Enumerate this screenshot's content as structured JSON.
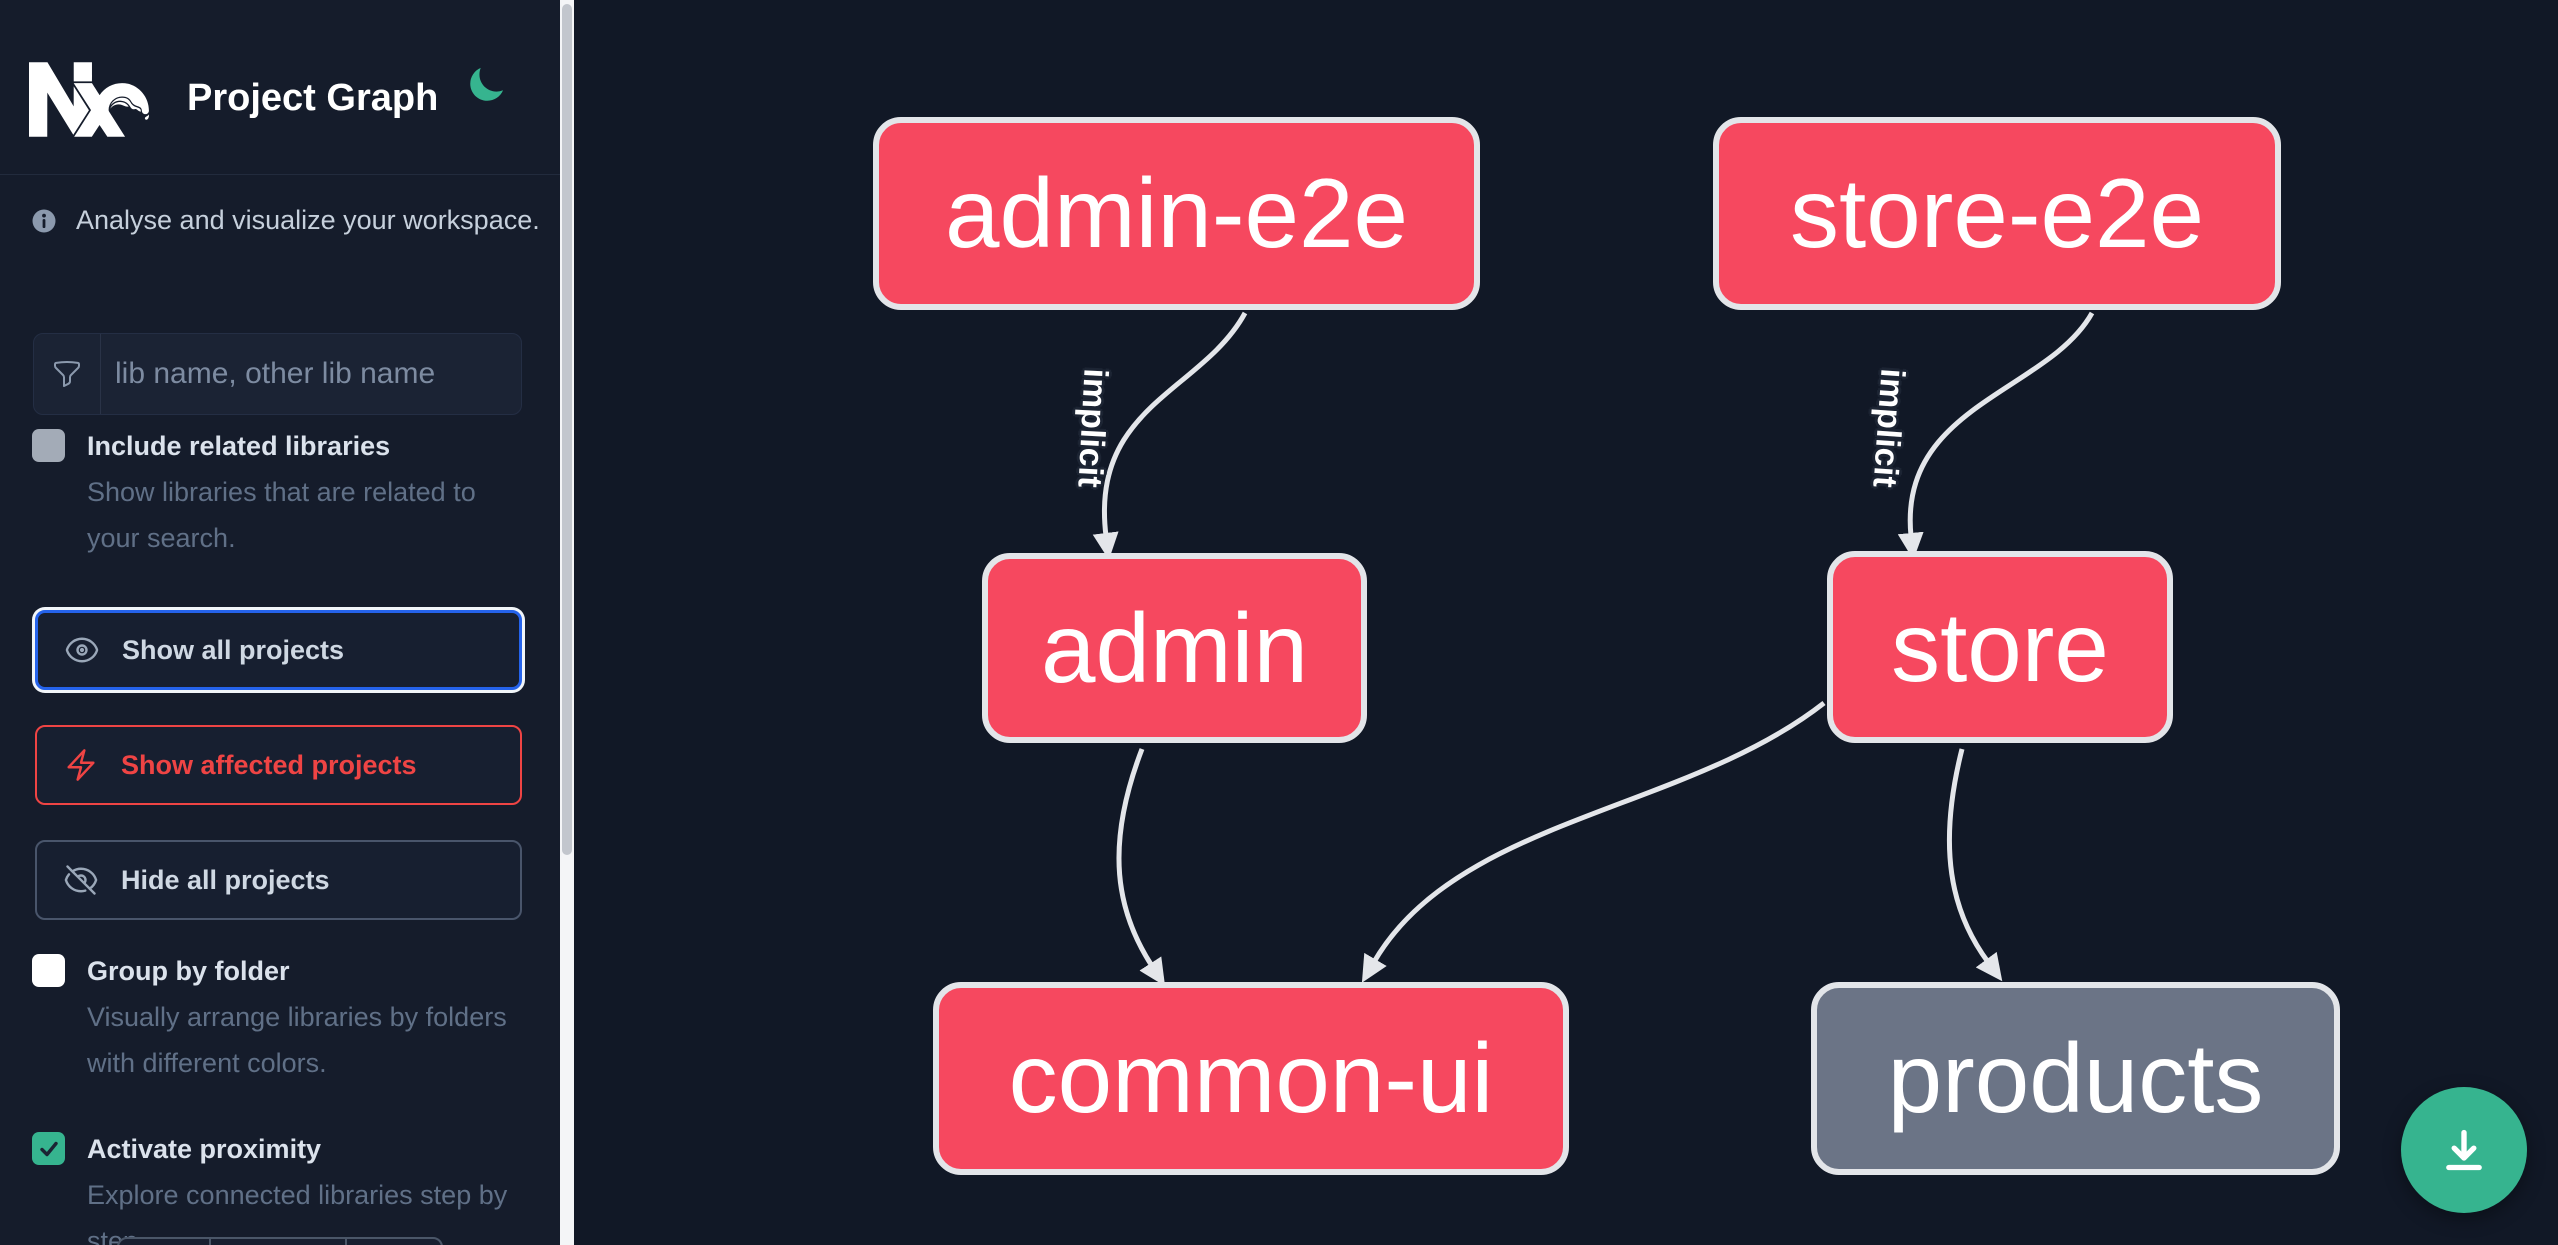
{
  "app": {
    "title": "Project Graph"
  },
  "sidebar": {
    "info_text": "Analyse and visualize your workspace.",
    "search_placeholder": "lib name, other lib name",
    "checkboxes": [
      {
        "label": "Include related libraries",
        "description": "Show libraries that are related to your search.",
        "checked": false
      },
      {
        "label": "Group by folder",
        "description": "Visually arrange libraries by folders with different colors.",
        "checked": false
      },
      {
        "label": "Activate proximity",
        "description": "Explore connected libraries step by step.",
        "checked": true
      }
    ],
    "actions": [
      {
        "label": "Show all projects"
      },
      {
        "label": "Show affected projects"
      },
      {
        "label": "Hide all projects"
      }
    ]
  },
  "graph": {
    "nodes": [
      {
        "label": "admin-e2e",
        "type": "affected"
      },
      {
        "label": "store-e2e",
        "type": "affected"
      },
      {
        "label": "admin",
        "type": "affected"
      },
      {
        "label": "store",
        "type": "affected"
      },
      {
        "label": "common-ui",
        "type": "affected"
      },
      {
        "label": "products",
        "type": "unaffected"
      }
    ],
    "edges": [
      {
        "from": "admin-e2e",
        "to": "admin",
        "label": "implicit"
      },
      {
        "from": "store-e2e",
        "to": "store",
        "label": "implicit"
      },
      {
        "from": "admin",
        "to": "common-ui",
        "label": ""
      },
      {
        "from": "store",
        "to": "common-ui",
        "label": ""
      },
      {
        "from": "store",
        "to": "products",
        "label": ""
      }
    ]
  },
  "colors": {
    "affected_node": "#f6485f",
    "unaffected_node": "#6b7486",
    "accent_green": "#36b48f",
    "focus_blue": "#2563eb",
    "affected_red": "#ef4444",
    "edge": "#e4e6ea"
  }
}
